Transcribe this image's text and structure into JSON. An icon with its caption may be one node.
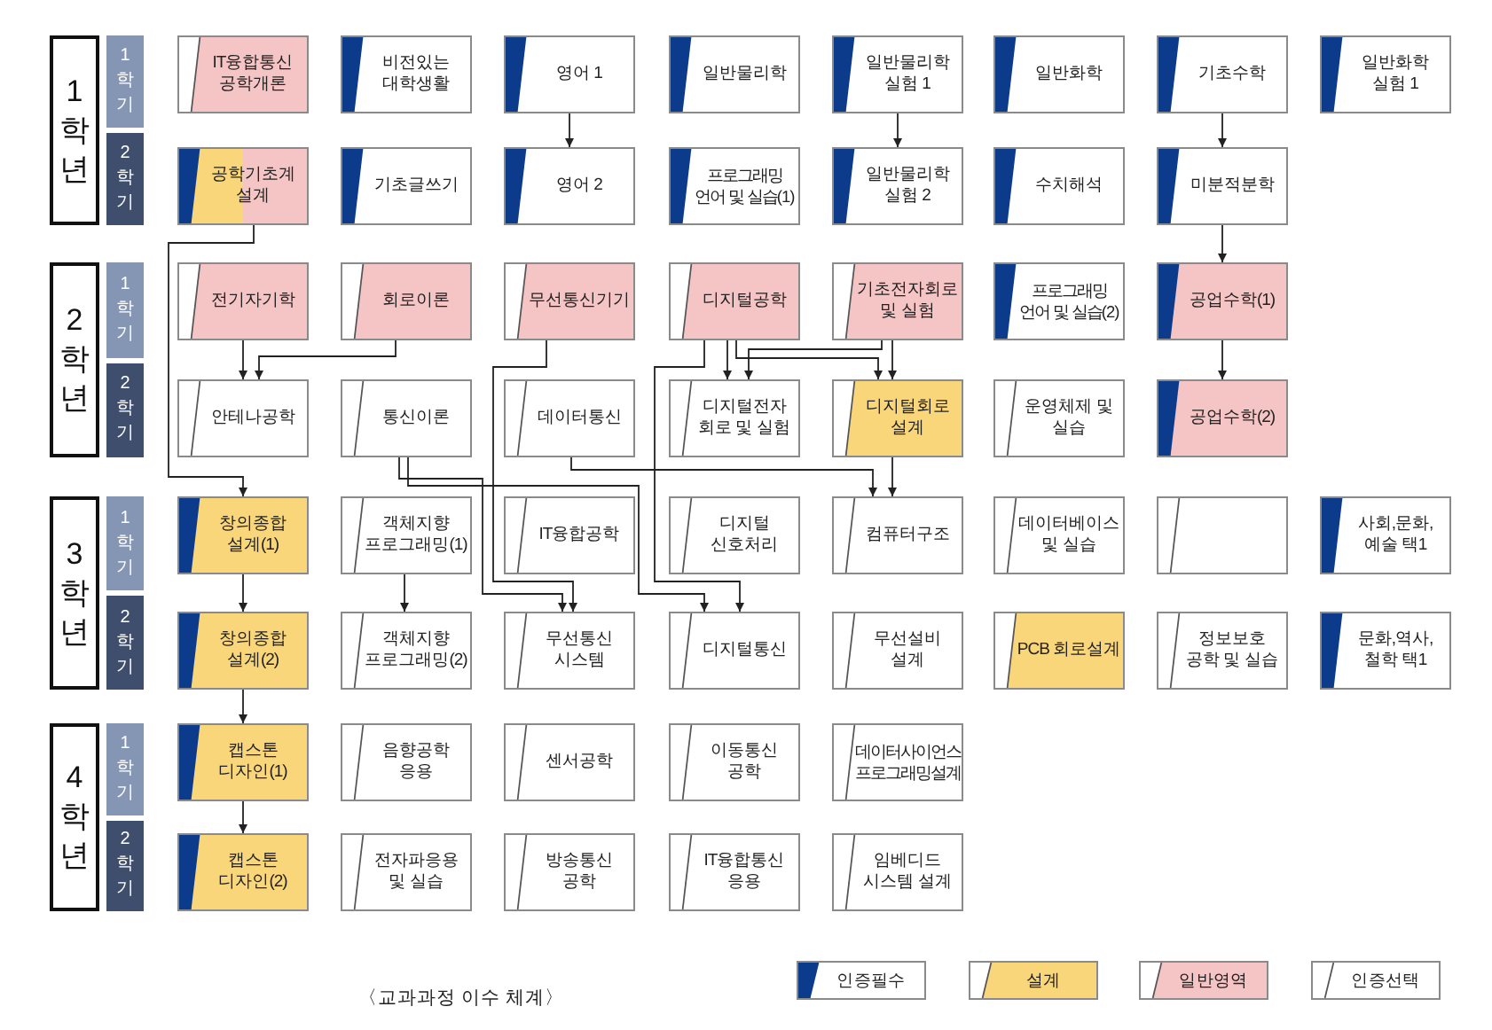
{
  "diagram": {
    "caption": "〈교과과정 이수 체계〉",
    "nodes": [
      {
        "text": [
          "1학년"
        ]
      },
      {
        "text": [
          "1학기"
        ]
      },
      {
        "text": [
          "IT융합통신 공학개론"
        ]
      },
      {
        "text": [
          "비전있는 대학생활"
        ]
      },
      {
        "text": [
          "영어 1"
        ]
      },
      {
        "text": [
          "일반물리학"
        ]
      },
      {
        "text": [
          "일반물리학 실험 1"
        ]
      },
      {
        "text": [
          "일반화학"
        ]
      },
      {
        "text": [
          "기초수학"
        ]
      },
      {
        "text": [
          "일반화학 실험 1"
        ]
      },
      {
        "text": [
          "2학기"
        ]
      },
      {
        "text": [
          "공학기초계 설계"
        ]
      },
      {
        "text": [
          "기초글쓰기"
        ]
      },
      {
        "text": [
          "영어 2"
        ]
      },
      {
        "text": [
          "프로그래밍 언어 및 실습(1)"
        ]
      },
      {
        "text": [
          "일반물리학 실험 2"
        ]
      },
      {
        "text": [
          "수치해석"
        ]
      },
      {
        "text": [
          "미분적분학"
        ]
      },
      {
        "text": [
          "2학년"
        ]
      },
      {
        "text": [
          "1학기"
        ]
      },
      {
        "text": [
          "전기자기학"
        ]
      },
      {
        "text": [
          "회로이론"
        ]
      },
      {
        "text": [
          "무선통신기기"
        ]
      },
      {
        "text": [
          "디지털공학"
        ]
      },
      {
        "text": [
          "기초전자회로 및 실험"
        ]
      },
      {
        "text": [
          "프로그래밍 언어 및 실습(2)"
        ]
      },
      {
        "text": [
          "공업수학(1)"
        ]
      },
      {
        "text": [
          "2학기"
        ]
      },
      {
        "text": [
          "안테나공학"
        ]
      },
      {
        "text": [
          "통신이론"
        ]
      },
      {
        "text": [
          "데이터통신"
        ]
      },
      {
        "text": [
          "디지털전자 회로 및 실험"
        ]
      },
      {
        "text": [
          "디지털회로 설계"
        ]
      },
      {
        "text": [
          "운영체제 및 실습"
        ]
      },
      {
        "text": [
          "공업수학(2)"
        ]
      },
      {
        "text": [
          "3학년"
        ]
      },
      {
        "text": [
          "1학기"
        ]
      },
      {
        "text": [
          "창의종합 설계(1)"
        ]
      },
      {
        "text": [
          "객체지향 프로그래밍(1)"
        ]
      },
      {
        "text": [
          "IT융합공학"
        ]
      },
      {
        "text": [
          "디지털 신호처리"
        ]
      },
      {
        "text": [
          "컴퓨터구조"
        ]
      },
      {
        "text": [
          "데이터베이스 및 실습"
        ]
      },
      {
        "text": [],
        "shape": "box"
      },
      {
        "text": [
          "사회,문화, 예술 택1"
        ]
      },
      {
        "text": [
          "2학기"
        ]
      },
      {
        "text": [
          "창의종합 설계(2)"
        ]
      },
      {
        "text": [
          "객체지향 프로그래밍(2)"
        ]
      },
      {
        "text": [
          "무선통신 시스템"
        ]
      },
      {
        "text": [
          "디지털통신"
        ]
      },
      {
        "text": [
          "무선설비 설계"
        ]
      },
      {
        "text": [
          "PCB 회로설계"
        ]
      },
      {
        "text": [
          "정보보호 공학 및 실습"
        ]
      },
      {
        "text": [
          "문화,역사, 철학 택1"
        ]
      },
      {
        "text": [
          "4학년"
        ]
      },
      {
        "text": [
          "1학기"
        ]
      },
      {
        "text": [
          "캡스톤 디자인(1)"
        ]
      },
      {
        "text": [
          "음향공학 응용"
        ]
      },
      {
        "text": [
          "센서공학"
        ]
      },
      {
        "text": [
          "이동통신 공학"
        ]
      },
      {
        "text": [
          "데이터사이언스 프로그래밍설계"
        ]
      },
      {
        "text": [
          "2학기"
        ]
      },
      {
        "text": [
          "캡스톤 디자인(2)"
        ]
      },
      {
        "text": [
          "전자파응용 및 실습"
        ]
      },
      {
        "text": [
          "방송통신 공학"
        ]
      },
      {
        "text": [
          "IT융합통신 응용"
        ]
      },
      {
        "text": [
          "임베디드 시스템 설계"
        ]
      }
    ],
    "edges": [
      {
        "from": 4,
        "to": 13,
        "arrow": "to"
      },
      {
        "from": 6,
        "to": 15,
        "arrow": "to"
      },
      {
        "from": 8,
        "to": 17,
        "arrow": "to"
      },
      {
        "from": 17,
        "to": 26,
        "arrow": "to"
      },
      {
        "from": 26,
        "to": 34,
        "arrow": "to"
      },
      {
        "from": 11,
        "to": 37,
        "arrow": "to"
      },
      {
        "from": 20,
        "to": 28,
        "arrow": "to"
      },
      {
        "from": 21,
        "to": 28,
        "arrow": "to"
      },
      {
        "from": 23,
        "to": 31,
        "arrow": "to"
      },
      {
        "from": 24,
        "to": 31,
        "arrow": "to"
      },
      {
        "from": 23,
        "to": 32,
        "arrow": "to"
      },
      {
        "from": 24,
        "to": 32,
        "arrow": "to"
      },
      {
        "from": 32,
        "to": 41,
        "arrow": "to"
      },
      {
        "from": 30,
        "to": 41,
        "arrow": "to"
      },
      {
        "from": 29,
        "to": 48,
        "arrow": "to"
      },
      {
        "from": 22,
        "to": 48,
        "arrow": "to"
      },
      {
        "from": 23,
        "to": 49,
        "arrow": "to"
      },
      {
        "from": 29,
        "to": 49,
        "arrow": "to"
      },
      {
        "from": 38,
        "to": 47,
        "arrow": "to"
      },
      {
        "from": 37,
        "to": 46,
        "arrow": "to"
      },
      {
        "from": 46,
        "to": 56,
        "arrow": "to"
      },
      {
        "from": 56,
        "to": 62,
        "arrow": "to"
      }
    ],
    "legend": [
      {
        "text": "인증필수",
        "color": "#0c3b8c"
      },
      {
        "text": "설계",
        "color": "#f9d679"
      },
      {
        "text": "일반영역",
        "color": "#f5c5c5"
      },
      {
        "text": "인증선택",
        "color": "#ffffff"
      }
    ]
  }
}
